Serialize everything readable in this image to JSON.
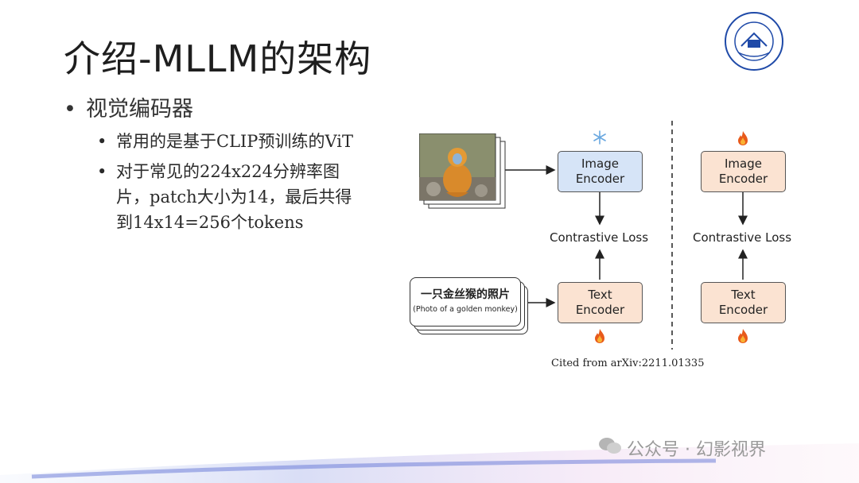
{
  "slide": {
    "title": "介绍-MLLM的架构",
    "bullet_main": "视觉编码器",
    "sub_bullets": [
      "常用的是基于CLIP预训练的ViT",
      "对于常见的224x224分辨率图片，patch大小为14，最后共得到14x14=256个tokens"
    ]
  },
  "diagram": {
    "left_image_encoder": "Image\nEncoder",
    "left_text_encoder": "Text\nEncoder",
    "left_loss": "Contrastive Loss",
    "right_image_encoder": "Image\nEncoder",
    "right_text_encoder": "Text\nEncoder",
    "right_loss": "Contrastive Loss",
    "caption_cn": "一只金丝猴的照片",
    "caption_en": "(Photo of a golden monkey)",
    "citation": "Cited from arXiv:2211.01335",
    "icons": {
      "frozen": "snowflake-icon",
      "trainable": "flame-icon"
    },
    "colors": {
      "image_encoder_frozen": "#d6e4f7",
      "encoder_trainable": "#fbe3d2"
    }
  },
  "watermark": {
    "text": "公众号 · 幻影视界"
  }
}
